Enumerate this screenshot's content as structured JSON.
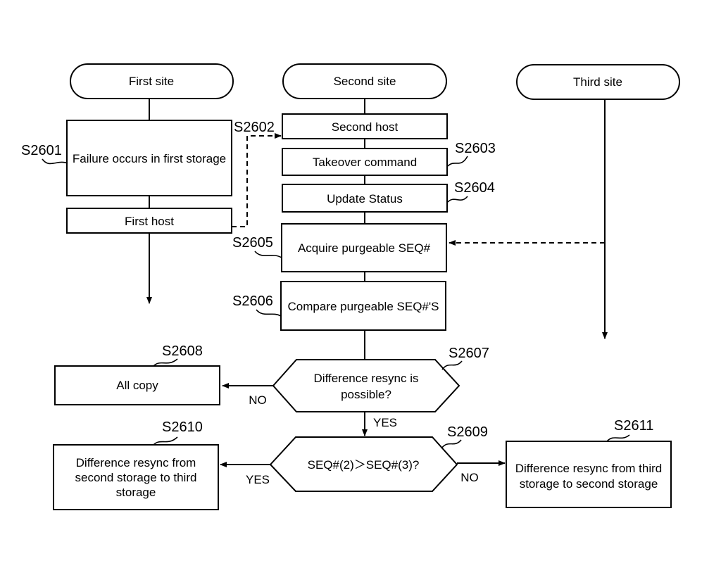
{
  "lanes": {
    "first_site": "First site",
    "second_site": "Second site",
    "third_site": "Third site"
  },
  "boxes": {
    "failure": "Failure occurs in first storage",
    "first_host": "First host",
    "second_host": "Second host",
    "takeover": "Takeover command",
    "update_status": "Update Status",
    "acquire": "Acquire purgeable SEQ#",
    "compare": "Compare purgeable SEQ#'S",
    "all_copy": "All copy",
    "resync_2_to_3": [
      "Difference resync from",
      "second storage to third",
      "storage"
    ],
    "resync_3_to_2": [
      "Difference resync from third",
      "storage to second storage"
    ]
  },
  "decisions": {
    "resync_possible": [
      "Difference resync is",
      "possible?"
    ],
    "seq_compare": "SEQ#(2)＞SEQ#(3)?"
  },
  "steps": {
    "s2601": "S2601",
    "s2602": "S2602",
    "s2603": "S2603",
    "s2604": "S2604",
    "s2605": "S2605",
    "s2606": "S2606",
    "s2607": "S2607",
    "s2608": "S2608",
    "s2609": "S2609",
    "s2610": "S2610",
    "s2611": "S2611"
  },
  "branches": {
    "no_1": "NO",
    "yes_1": "YES",
    "yes_2": "YES",
    "no_2": "NO"
  }
}
